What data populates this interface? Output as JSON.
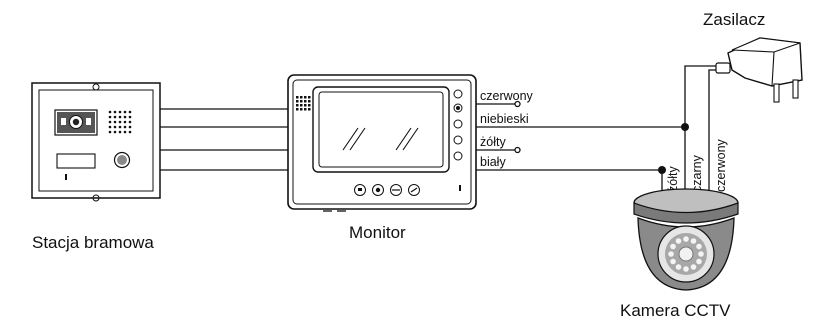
{
  "labels": {
    "gate_station": "Stacja bramowa",
    "monitor": "Monitor",
    "power_supply": "Zasilacz",
    "camera": "Kamera CCTV"
  },
  "wires": {
    "red": "czerwony",
    "blue": "niebieski",
    "yellow": "żółty",
    "white": "biały",
    "cam_yellow": "żółty",
    "cam_black": "czarny",
    "cam_red": "czerwony"
  },
  "colors": {
    "line": "#111111",
    "panel_fill": "#ffffff",
    "camera_gray": "#8a8a8a",
    "camera_light": "#d0d0d0"
  }
}
